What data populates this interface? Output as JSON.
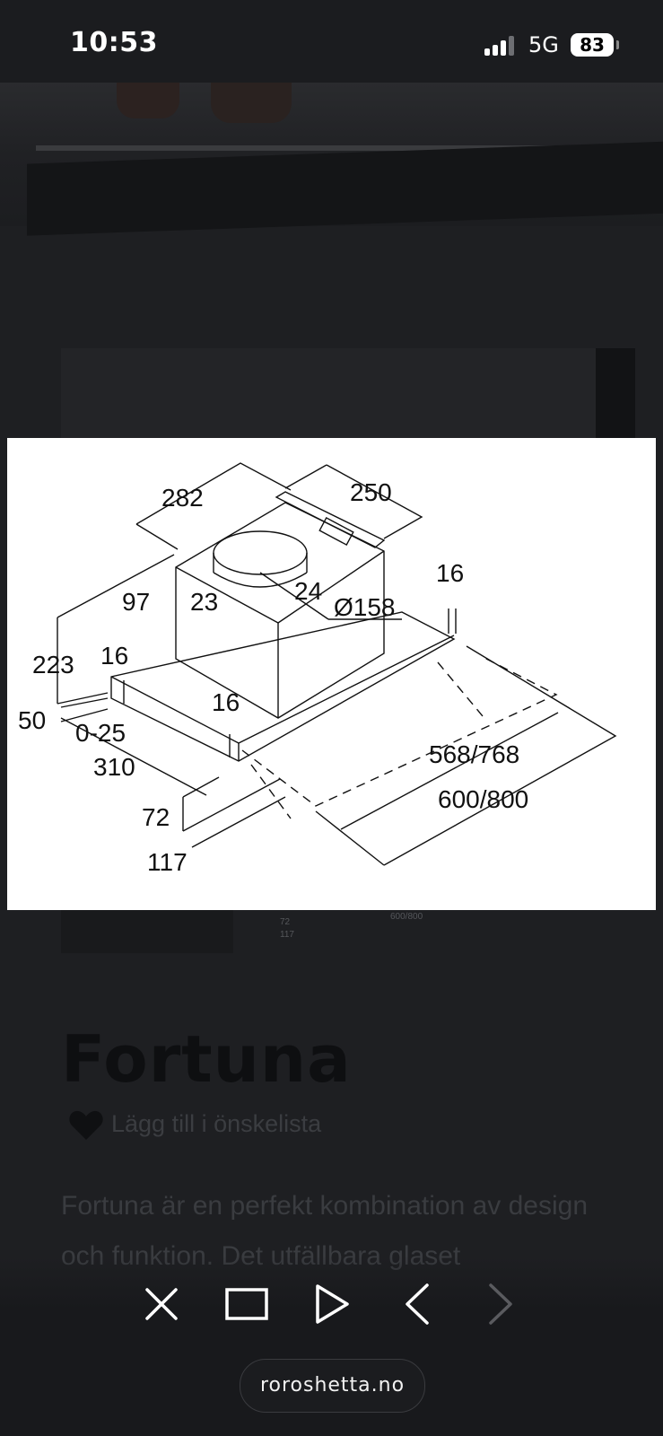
{
  "status_bar": {
    "time": "10:53",
    "network": "5G",
    "battery": "83"
  },
  "diagram": {
    "labels": {
      "d282": "282",
      "d250": "250",
      "d16_right": "16",
      "d97": "97",
      "d23": "23",
      "d24": "24",
      "d158": "Ø158",
      "d223": "223",
      "d16_left": "16",
      "d16_mid": "16",
      "d50": "50",
      "d025": "0-25",
      "d310": "310",
      "d568": "568/768",
      "d600": "600/800",
      "d72": "72",
      "d117": "117"
    }
  },
  "background_thumb": {
    "label_a": "72",
    "label_b": "117",
    "label_c": "600/800"
  },
  "product": {
    "title": "Fortuna",
    "wishlist_label": "Lägg till i önskelista",
    "description": "Fortuna är en perfekt kombination av design och funktion. Det utfällbara glaset"
  },
  "toolbar": {
    "close_icon": "close-icon",
    "square_icon": "square-icon",
    "play_icon": "play-icon",
    "back_icon": "chevron-left-icon",
    "forward_icon": "chevron-right-icon"
  },
  "url": "roroshetta.no",
  "colors": {
    "background": "#1e1f22",
    "diagram_bg": "#ffffff",
    "disabled_icon": "#5a5b5f"
  }
}
